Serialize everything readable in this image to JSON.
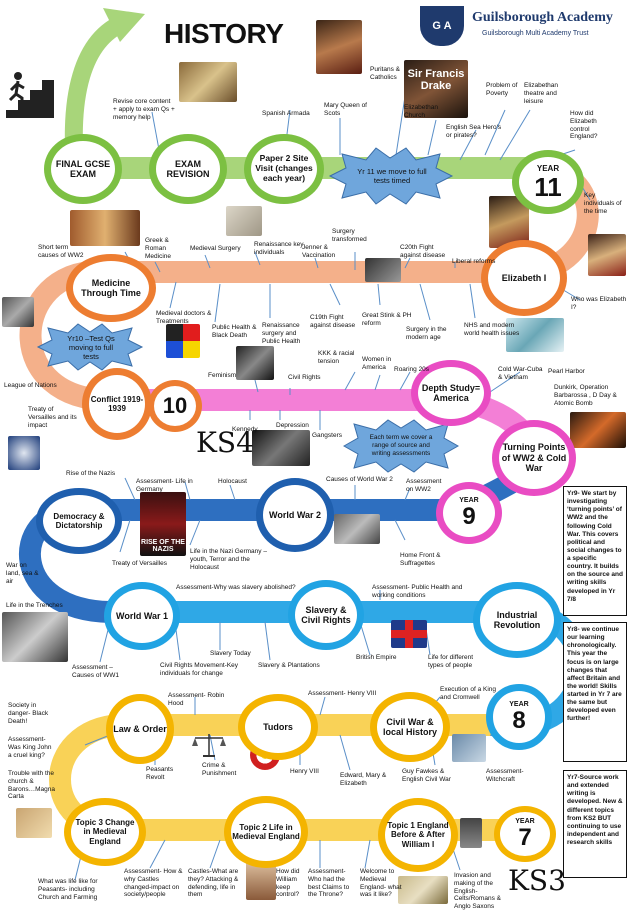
{
  "header": {
    "title": "HISTORY",
    "academy_name": "Guilsborough Academy",
    "academy_sub": "Guilsborough Multi Academy Trust",
    "logo_letters": "G A"
  },
  "colors": {
    "year11": "#9ccf6a",
    "year10a": "#f2a37a",
    "year10b": "#f066cc",
    "year9": "#2e6fc0",
    "year8": "#2fa8e6",
    "year7": "#f7c531",
    "green_circle": "#7cc042",
    "orange_circle": "#ed7d31",
    "pink_circle": "#e94cc3",
    "blue_circle": "#1f5fae",
    "lightblue_circle": "#21a3e3",
    "yellow_circle": "#f4b400"
  },
  "stars": {
    "yr11": "Yr 11 we move to full tests timed",
    "yr10": "Yr10 –Test Qs moving to full tests",
    "ks4": "Each term we cover a range of source and writing assessments"
  },
  "ks_labels": {
    "ks4": "KS4",
    "ks3": "KS3"
  },
  "years": {
    "y11": {
      "label": "YEAR",
      "num": "11"
    },
    "y10": {
      "num": "10"
    },
    "y9": {
      "label": "YEAR",
      "num": "9"
    },
    "y8": {
      "label": "YEAR",
      "num": "8"
    },
    "y7": {
      "label": "YEAR",
      "num": "7"
    }
  },
  "circles": {
    "final": "FINAL GCSE EXAM",
    "exam_revision": "EXAM REVISION",
    "paper2": "Paper 2 Site Visit (changes each year)",
    "medicine": "Medicine Through Time",
    "elizabeth": "Elizabeth I",
    "conflict": "Conflict 1919-1939",
    "depth": "Depth Study= America",
    "turning": "Turning Points of WW2 & Cold War",
    "democracy": "Democracy & Dictatorship",
    "ww2": "World War 2",
    "ww1": "World War 1",
    "slavery": "Slavery & Civil Rights",
    "industrial": "Industrial Revolution",
    "law": "Law & Order",
    "tudors": "Tudors",
    "civilwar": "Civil War & local History",
    "topic3": "Topic 3 Change in Medieval England",
    "topic2": "Topic 2 Life in Medieval England",
    "topic1": "Topic 1 England Before & After William I"
  },
  "labels": {
    "revise": "Revise core content + apply to exam Qs + memory help",
    "spanish": "Spanish Armada",
    "mary": "Mary Queen of Scots",
    "puritans": "Puritans & Catholics",
    "eliz_church": "Elizabethan Church",
    "heroes": "English Sea Hero's or pirates?",
    "poverty": "Problem of Poverty",
    "theatre": "Elizabethan theatre and leisure",
    "control": "How did Elizabeth control England?",
    "key_ind": "Key individuals of the time",
    "who_eliz": "Who was Elizabeth I?",
    "short_term": "Short term causes of WW2",
    "greek": "Greek & Roman Medicine",
    "med_surgery": "Medieval Surgery",
    "ren_ind": "Renaissance key individuals",
    "jenner": "Jenner & Vaccination",
    "surgery_t": "Surgery transformed",
    "c20": "C20th Fight against disease",
    "liberal": "Liberal reforms",
    "med_doctors": "Medieval doctors & Treatments",
    "public_health": "Public Health & Black Death",
    "ren_surgery": "Renaissance surgery and Public Health",
    "c19": "C19th Fight against disease",
    "stink": "Great Stink & PH reform",
    "modern_surgery": "Surgery in the modern age",
    "nhs": "NHS and modern world health issues",
    "league": "League of Nations",
    "versailles_impact": "Treaty of Versailles and its impact",
    "feminism": "Feminism",
    "civil_rights": "Civil Rights",
    "kkk": "KKK & racial tension",
    "women": "Women in America",
    "roaring": "Roaring 20s",
    "kennedy": "Kennedy",
    "depression": "Depression",
    "gangsters": "Gangsters",
    "cold_war_cuba": "Cold War-Cuba & Vietnam",
    "pearl": "Pearl Harbor",
    "dunkirk": "Dunkirk, Operation Barbarossa , D Day & Atomic Bomb",
    "rise_nazis": "Rise of the Nazis",
    "assess_germany": "Assessment- Life in Germany",
    "holocaust": "Holocaust",
    "causes_ww2": "Causes of World War 2",
    "assess_ww2": "Assessment on WW2",
    "life_nazi": "Life in the Nazi Germany – youth, Terror and the Holocaust",
    "versailles": "Treaty of Versailles",
    "home_front": "Home Front & Suffragettes",
    "war_land": "War on land, sea & air",
    "trenches": "Life in the Trenches",
    "assess_slavery": "Assessment-Why was slavery abolished?",
    "assess_ph": "Assessment- Public Health and working conditions",
    "slavery_today": "Slavery Today",
    "civil_rights_key": "Civil Rights Movement-Key individuals for change",
    "slavery_plant": "Slavery & Plantations",
    "british_empire": "British Empire",
    "life_people": "Life for different types of people",
    "assess_ww1": "Assessment –Causes of WW1",
    "society": "Society in danger- Black Death!",
    "assess_john": "Assessment- Was King John a cruel king?",
    "trouble": "Trouble with the church & Barons…Magna Carta",
    "assess_robin": "Assessment- Robin Hood",
    "peasants": "Peasants Revolt",
    "crime": "Crime & Punishment",
    "assess_henry": "Assessment- Henry VIII",
    "execution": "Execution of a King and Cromwell",
    "henry": "Henry VIII",
    "edward": "Edward, Mary & Elizabeth",
    "guy": "Guy Fawkes & English Civil War",
    "witchcraft": "Assessment- Witchcraft",
    "what_life": "What was life like for Peasants- including Church and Farming",
    "assess_castles": "Assessment- How & why Castles changed-impact on society/people",
    "castles": "Castles-What are they? Attacking & defending, life in them",
    "william_control": "How did William keep control?",
    "assess_claims": "Assessment- Who had the best Claims to the Throne?",
    "welcome": "Welcome to Medieval England- what was it like?",
    "invasion": "Invasion and making of the English- Celts/Romans & Anglo Saxons"
  },
  "notes": {
    "yr9": "Yr9- We start by investigating ‘turning points’ of WW2 and the following Cold War. This covers political and social changes to a specific country. It builds on the source and writing skills developed in Yr 7/8",
    "yr8": "Yr8- we continue our learning chronologically. This year the focus is on large changes that affect Britain and the world! Skills started in Yr 7 are the same but developed even further!",
    "yr7": "Yr7-Source work and extended writing is developed. New & different topics from KS2 BUT continuing to use independent and research skills"
  },
  "image_texts": {
    "drake": "Sir Francis Drake",
    "nazis": "RISE OF THE NAZIS"
  }
}
